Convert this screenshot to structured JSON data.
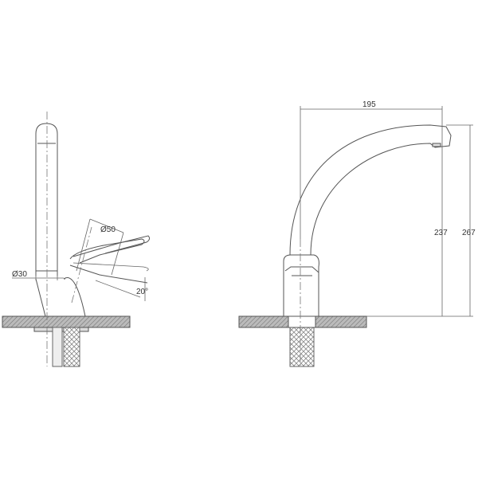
{
  "side_view": {
    "dim_spout_diameter": "Ø30",
    "dim_handle_diameter": "Ø50",
    "dim_handle_angle": "20°"
  },
  "front_view": {
    "dim_reach": "195",
    "dim_spout_outlet_height": "237",
    "dim_total_height": "267"
  }
}
